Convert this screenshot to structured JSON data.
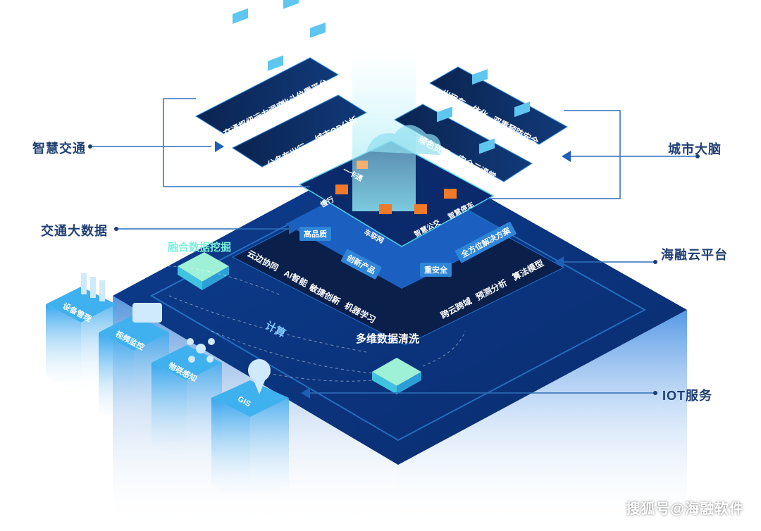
{
  "left_labels": {
    "smart_traffic": "智慧交通",
    "traffic_big_data": "交通大数据"
  },
  "right_labels": {
    "city_brain": "城市大脑",
    "cloud_platform": "海融云平台",
    "iot_service": "IOT服务"
  },
  "top_left_panels": [
    {
      "items": [
        "交通枢纽运力调度",
        "北斗位置平台"
      ]
    },
    {
      "items": [
        "公务车出行",
        "城市OD分析"
      ]
    }
  ],
  "top_right_panels": [
    {
      "items": [
        "出租车一体化",
        "双重预防安全"
      ]
    },
    {
      "items": [
        "绿色货运",
        "安全云课堂"
      ]
    }
  ],
  "top_layer_items": [
    "一卡通",
    "慢行",
    "车联网",
    "智慧公交",
    "智慧停车"
  ],
  "mid_layer_tags": [
    "高品质",
    "创新产品",
    "重安全",
    "全方位解决方案"
  ],
  "base_left_items": [
    "云边协同",
    "AI智能",
    "敏捷创新",
    "机器学习"
  ],
  "base_right_items": [
    "跨云跨域",
    "预测分析",
    "算法模型"
  ],
  "data_mining": "融合数据挖掘",
  "compute": "计算",
  "data_cleaning": "多维数据清洗",
  "iot_blocks": [
    "设备管理",
    "视频监控",
    "物联感知",
    "GIS"
  ],
  "watermark": "搜狐号@海融软件",
  "colors": {
    "label": "#1f3f73",
    "deep_blue": "#0b2a6b",
    "mid_blue": "#1c5fb8",
    "accent_cyan": "#4fd1e8",
    "orange": "#f07a2a"
  }
}
